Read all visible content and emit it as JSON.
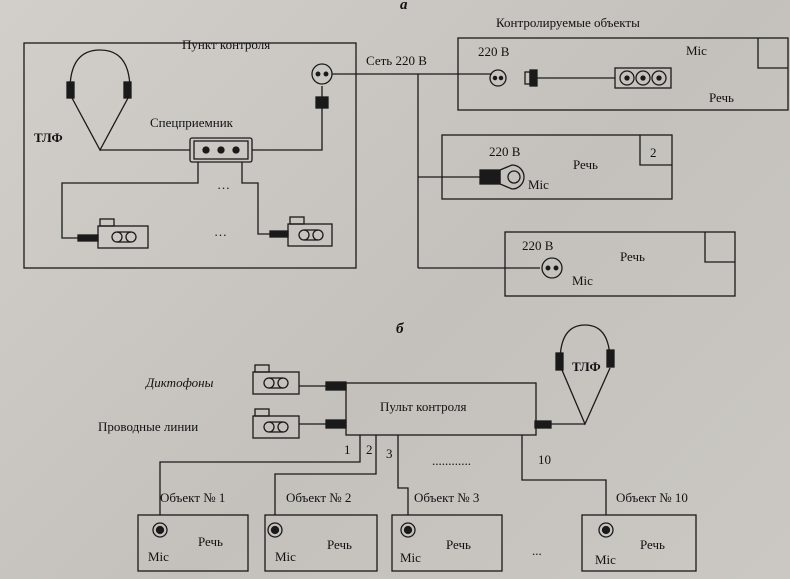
{
  "part_a": {
    "letter": "а",
    "control_point_title": "Пункт контроля",
    "phone_label": "ТЛФ",
    "receiver_label": "Спецприемник",
    "dots_receiver": "…",
    "dots_recorders": "…",
    "network_label": "Сеть 220 В",
    "objects_title": "Контролируемые объекты",
    "object1": {
      "voltage": "220 В",
      "mic": "Mic",
      "speech": "Речь"
    },
    "object2": {
      "voltage": "220 В",
      "mic": "Mic",
      "speech": "Речь",
      "number": "2"
    },
    "object3": {
      "voltage": "220 В",
      "mic": "Mic",
      "speech": "Речь"
    }
  },
  "part_b": {
    "letter": "б",
    "recorders_label": "Диктофоны",
    "wired_lines_label": "Проводные линии",
    "console_label": "Пульт контроля",
    "phone_label": "ТЛФ",
    "line_numbers": [
      "1",
      "2",
      "3",
      "10"
    ],
    "dots_lines": "............",
    "dots_objects": "...",
    "objects": [
      {
        "title": "Объект № 1",
        "mic": "Mic",
        "speech": "Речь"
      },
      {
        "title": "Объект № 2",
        "mic": "Mic",
        "speech": "Речь"
      },
      {
        "title": "Объект № 3",
        "mic": "Mic",
        "speech": "Речь"
      },
      {
        "title": "Объект № 10",
        "mic": "Mic",
        "speech": "Речь"
      }
    ]
  }
}
